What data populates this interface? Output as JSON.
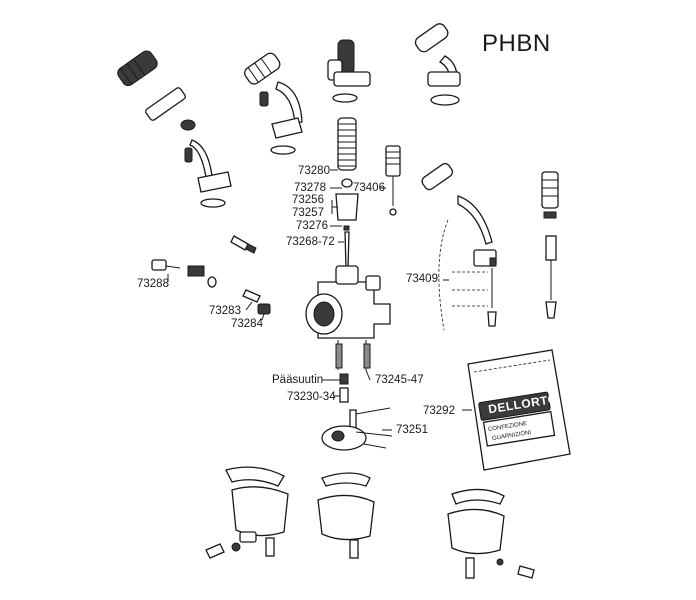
{
  "title": "PHBN",
  "labels": {
    "l73280": "73280",
    "l73278": "73278",
    "l73256": "73256",
    "l73257": "73257",
    "l73276": "73276",
    "l73268": "73268-72",
    "l73406": "73406",
    "l73409": "73409",
    "l73288": "73288",
    "l73283": "73283",
    "l73284": "73284",
    "lPaasuutin": "Pääsuutin",
    "l73245": "73245-47",
    "l73230": "73230-34",
    "l73292": "73292",
    "l73251": "73251"
  },
  "package": {
    "brand": "DELLORTO",
    "line1": "CONFEZIONE",
    "line2": "GUARNIZIONI"
  }
}
